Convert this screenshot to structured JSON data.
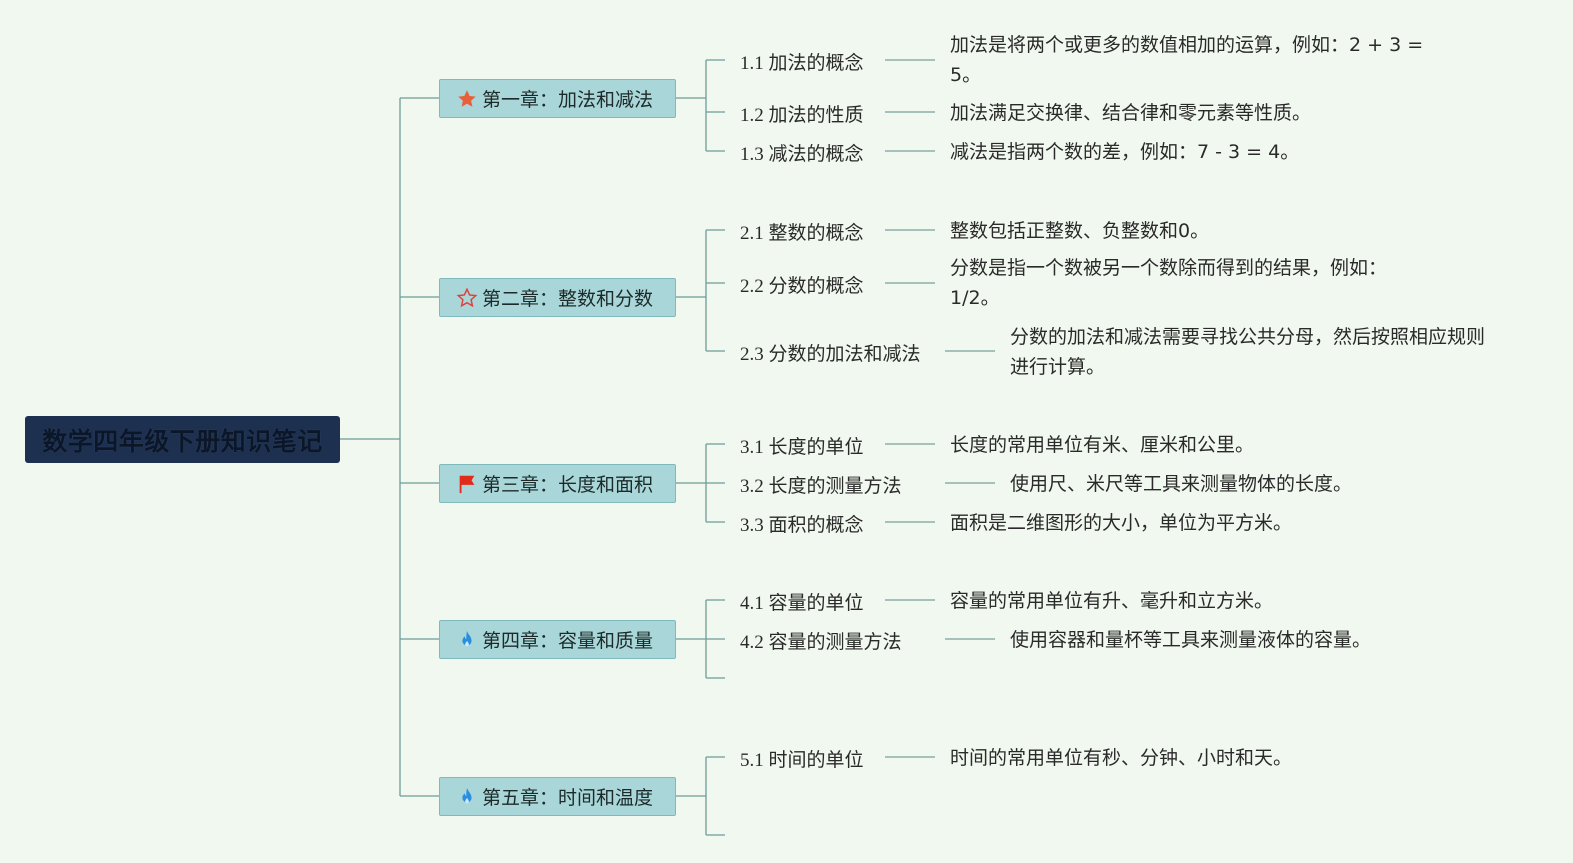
{
  "root": {
    "title": "数学四年级下册知识笔记"
  },
  "chapters": [
    {
      "title": "第一章：加法和减法",
      "icon": "star-filled-icon",
      "icon_color": "#e8603a",
      "items": [
        {
          "label": "1.1 加法的概念",
          "desc": "加法是将两个或更多的数值相加的运算，例如：2 + 3 = 5。"
        },
        {
          "label": "1.2 加法的性质",
          "desc": "加法满足交换律、结合律和零元素等性质。"
        },
        {
          "label": "1.3 减法的概念",
          "desc": "减法是指两个数的差，例如：7 - 3 = 4。"
        }
      ]
    },
    {
      "title": "第二章：整数和分数",
      "icon": "star-outline-icon",
      "icon_color": "#e0403a",
      "items": [
        {
          "label": "2.1 整数的概念",
          "desc": "整数包括正整数、负整数和0。"
        },
        {
          "label": "2.2 分数的概念",
          "desc": "分数是指一个数被另一个数除而得到的结果，例如：1/2。"
        },
        {
          "label": "2.3 分数的加法和减法",
          "desc": "分数的加法和减法需要寻找公共分母，然后按照相应规则进行计算。"
        }
      ]
    },
    {
      "title": "第三章：长度和面积",
      "icon": "flag-icon",
      "icon_color": "#e02a1a",
      "items": [
        {
          "label": "3.1 长度的单位",
          "desc": "长度的常用单位有米、厘米和公里。"
        },
        {
          "label": "3.2 长度的测量方法",
          "desc": "使用尺、米尺等工具来测量物体的长度。"
        },
        {
          "label": "3.3 面积的概念",
          "desc": "面积是二维图形的大小，单位为平方米。"
        }
      ]
    },
    {
      "title": "第四章：容量和质量",
      "icon": "fire-icon",
      "icon_color": "#2a8ee0",
      "items": [
        {
          "label": "4.1 容量的单位",
          "desc": "容量的常用单位有升、毫升和立方米。"
        },
        {
          "label": "4.2 容量的测量方法",
          "desc": "使用容器和量杯等工具来测量液体的容量。"
        }
      ]
    },
    {
      "title": "第五章：时间和温度",
      "icon": "fire-icon",
      "icon_color": "#2a8ee0",
      "items": [
        {
          "label": "5.1 时间的单位",
          "desc": "时间的常用单位有秒、分钟、小时和天。"
        }
      ]
    }
  ]
}
